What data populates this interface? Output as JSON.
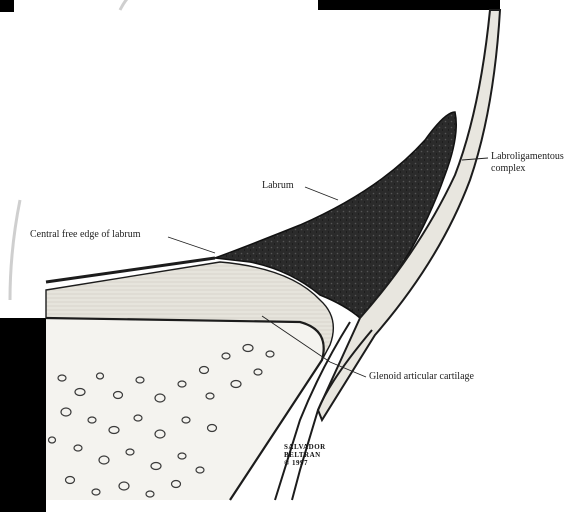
{
  "labels": {
    "labrum": "Labrum",
    "central_free_edge": "Central free edge of labrum",
    "labroligamentous_line1": "Labroligamentous",
    "labroligamentous_line2": "complex",
    "glenoid_cartilage": "Glenoid articular cartilage"
  },
  "signature": {
    "line1": "SALVADOR",
    "line2": "BELTRAN",
    "line3": "© 1997"
  },
  "colors": {
    "background": "#ffffff",
    "labrum_fill": "#2b2b2b",
    "cartilage_fill": "#e6e4dc",
    "bone_fill": "#f4f3ef",
    "cortex_line": "#1c1c1c",
    "black_block": "#000000"
  }
}
